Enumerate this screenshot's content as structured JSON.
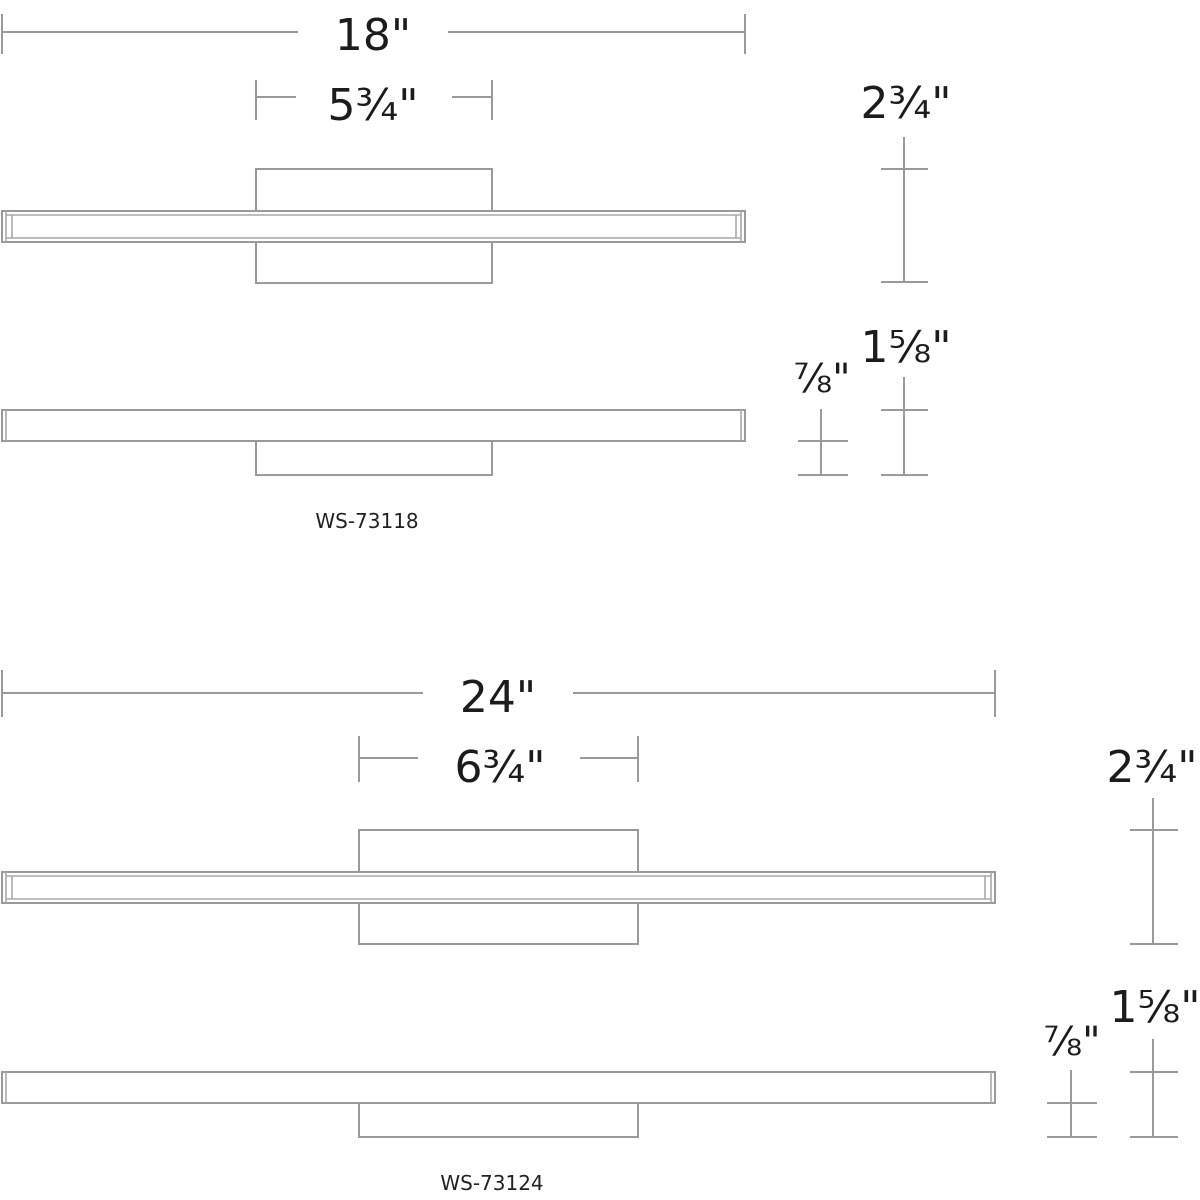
{
  "drawings": [
    {
      "model": "WS-73118",
      "overall_width": "18\"",
      "backplate_width": "5¾\"",
      "front_view_height": "2¾\"",
      "side_bar_depth": "⅞\"",
      "side_overall_depth": "1⅝\""
    },
    {
      "model": "WS-73124",
      "overall_width": "24\"",
      "backplate_width": "6¾\"",
      "front_view_height": "2¾\"",
      "side_bar_depth": "⅞\"",
      "side_overall_depth": "1⅝\""
    }
  ],
  "colors": {
    "line": "#9a9a9a",
    "text": "#1c1c1c",
    "background": "#ffffff"
  }
}
